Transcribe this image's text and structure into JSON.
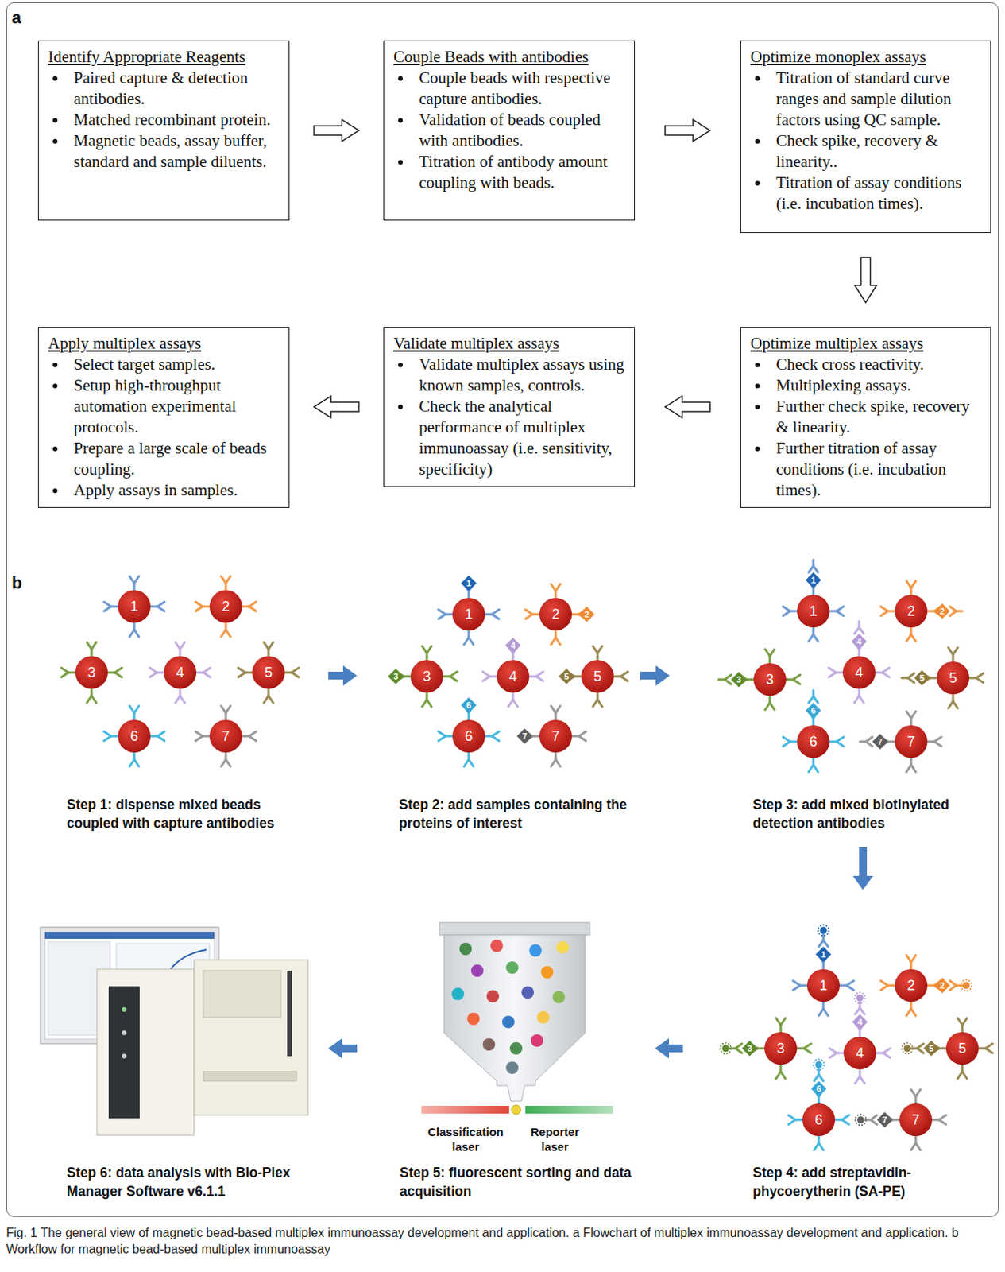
{
  "diagram": {
    "caption": "Fig. 1 The general view of magnetic bead-based multiplex immunoassay development and application. a Flowchart of multiplex immunoassay development and application. b Workflow for magnetic bead-based multiplex immunoassay",
    "nodes": [
      {
        "text": [
          "Identify Appropriate Reagents",
          "Paired capture & detection antibodies.",
          "Matched recombinant protein.",
          "Magnetic beads, assay buffer, standard and sample diluents."
        ]
      },
      {
        "text": [
          "Couple Beads with antibodies",
          "Couple beads with respective capture antibodies.",
          "Validation of beads coupled with antibodies.",
          "Titration of antibody amount coupling with beads."
        ]
      },
      {
        "text": [
          "Optimize monoplex assays",
          "Titration of standard curve ranges and sample dilution factors using QC sample.",
          "Check spike, recovery & linearity..",
          "Titration of assay conditions (i.e. incubation times)."
        ]
      },
      {
        "text": [
          "Optimize multiplex assays",
          "Check cross reactivity.",
          "Multiplexing assays.",
          "Further check spike, recovery & linearity.",
          "Further titration of assay conditions (i.e. incubation times)."
        ]
      },
      {
        "text": [
          "Validate multiplex assays",
          "Validate multiplex assays using known samples, controls.",
          "Check the analytical performance of multiplex immunoassay (i.e. sensitivity, specificity)"
        ]
      },
      {
        "text": [
          "Apply multiplex assays",
          "Select target samples.",
          "Setup high-throughput automation experimental protocols.",
          "Prepare a large scale of beads coupling.",
          "Apply assays in samples."
        ]
      }
    ],
    "edges": [
      {
        "from": 0,
        "to": 1,
        "arrow": "to"
      },
      {
        "from": 1,
        "to": 2,
        "arrow": "to"
      },
      {
        "from": 2,
        "to": 3,
        "arrow": "to"
      },
      {
        "from": 3,
        "to": 4,
        "arrow": "to"
      },
      {
        "from": 4,
        "to": 5,
        "arrow": "to"
      }
    ],
    "labels": [
      "a",
      "b",
      "1",
      "2",
      "3",
      "4",
      "5",
      "6",
      "7",
      "1",
      "2",
      "3",
      "4",
      "5",
      "6",
      "7",
      "1",
      "2",
      "3",
      "4",
      "5",
      "6",
      "7",
      "1",
      "2",
      "3",
      "4",
      "5",
      "6",
      "7",
      "1",
      "2",
      "3",
      "4",
      "5",
      "6",
      "7",
      "1",
      "2",
      "3",
      "4",
      "5",
      "6",
      "7",
      "1",
      "2",
      "3",
      "4",
      "5",
      "6",
      "7",
      "Step 1: dispense mixed beads coupled with capture antibodies",
      "Step 2: add samples containing the proteins of interest",
      "Step 3: add mixed biotinylated detection antibodies",
      "Step 4: add streptavidin-phycoerytherin (SA-PE)",
      "Step 5: fluorescent sorting and data acquisition",
      "Step 6: data analysis with Bio-Plex Manager Software v6.1.1",
      "Classification laser",
      "Reporter laser"
    ]
  }
}
